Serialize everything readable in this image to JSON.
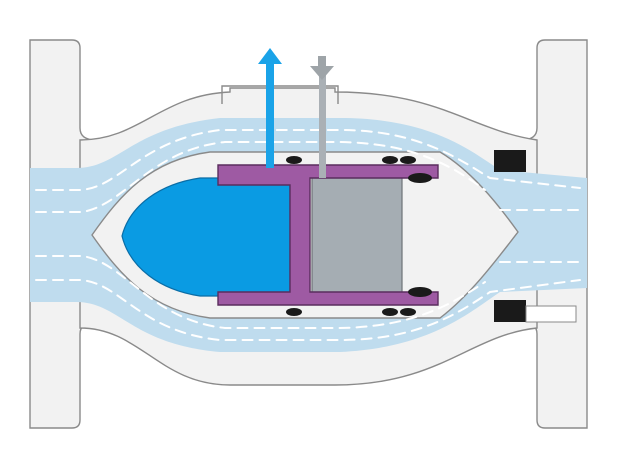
{
  "diagram": {
    "kind": "axial control valve cross-section",
    "arrows": [
      {
        "id": "outlet-arrow",
        "direction": "up",
        "color": "#1aa3e8"
      },
      {
        "id": "inlet-arrow",
        "direction": "down",
        "color": "#9ea4a8"
      }
    ],
    "colors": {
      "body_fill": "#f2f2f2",
      "outline": "#8a8a8a",
      "flow": "#bfdcee",
      "flow_dash": "#ffffff",
      "control_chamber": "#0a9be3",
      "piston": "#9e5aa3",
      "piston_stroke": "#5a2d5e",
      "cylinder": "#a5adb3",
      "seal": "#1a1a1a",
      "supply_line": "#aab0b5"
    }
  }
}
